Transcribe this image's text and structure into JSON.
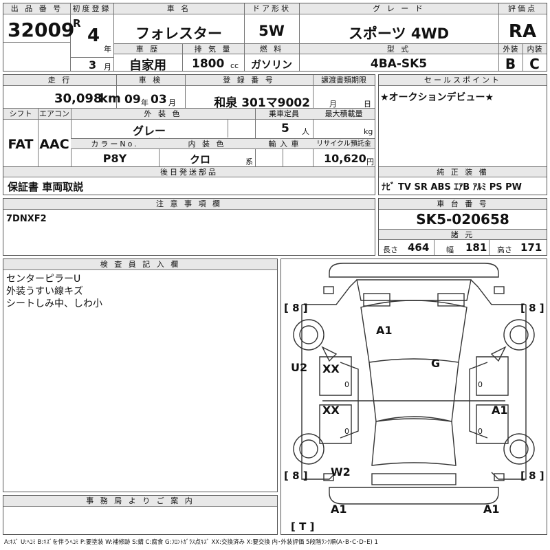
{
  "headers": {
    "lot_no": "出 品 番 号",
    "first_reg": "初度登録",
    "car_name": "車 名",
    "door": "ドア形状",
    "grade": "グ レ ー ド",
    "score": "評価点",
    "history": "車 歴",
    "displacement": "排 気 量",
    "fuel": "燃 料",
    "model": "型 式",
    "exterior": "外装",
    "interior": "内装",
    "mileage": "走 行",
    "inspection": "車 検",
    "reg_no": "登 録 番 号",
    "transfer": "譲渡書類期限",
    "sales_point": "セールスポイント",
    "shift": "シフト",
    "aircon": "エアコン",
    "ext_color": "外 装 色",
    "capacity": "乗車定員",
    "max_load": "最大積載量",
    "color_no": "カラーNo.",
    "int_color": "内 装 色",
    "import": "輸 入 車",
    "recycle": "リサイクル預託金",
    "later_parts": "後日発送部品",
    "genuine": "純 正 装 備",
    "notes": "注 意 事 項 欄",
    "chassis": "車 台 番 号",
    "dims": "諸 元",
    "inspector": "検 査 員 記 入 欄",
    "office": "事 務 局 よ り ご 案 内"
  },
  "vehicle": {
    "lot_no": "32009",
    "era": "R",
    "year": "4",
    "year_unit": "年",
    "month": "3",
    "month_unit": "月",
    "car_name": "フォレスター",
    "door": "5W",
    "grade": "スポーツ 4WD",
    "score": "RA",
    "history": "自家用",
    "displacement": "1800",
    "displacement_unit": "cc",
    "fuel": "ガソリン",
    "model": "4BA-SK5",
    "exterior_score": "B",
    "interior_score": "C",
    "mileage": "30,098",
    "mileage_unit": "km",
    "insp_year": "09",
    "insp_year_unit": "年",
    "insp_month": "03",
    "insp_month_unit": "月",
    "reg_no": "和泉 301マ9002",
    "transfer_month_unit": "月",
    "transfer_day_unit": "日",
    "sales_point": "★オークションデビュー★",
    "shift": "FAT",
    "aircon": "AAC",
    "ext_color": "グレー",
    "capacity": "5",
    "capacity_unit": "人",
    "load_unit": "kg",
    "color_no": "P8Y",
    "int_color": "クロ",
    "int_color_suffix": "系",
    "recycle": "10,620",
    "recycle_unit": "円",
    "later_parts": "保証書 車両取説",
    "genuine": "ﾅﾋﾞ TV SR ABS ｴｱB ｱﾙﾐ PS PW",
    "notes": "7DNXF2",
    "chassis": "SK5-020658",
    "length_label": "長さ",
    "length": "464",
    "width_label": "幅",
    "width": "181",
    "height_label": "高さ",
    "height": "171",
    "inspector_notes": [
      "センターピラーU",
      "外装うすい線キズ",
      "シートしみ中、しわ小"
    ]
  },
  "diagram": {
    "bracket_fl": "[ 8 ]",
    "bracket_fr": "[ 8 ]",
    "bracket_rl": "[ 8 ]",
    "bracket_rr": "[ 8 ]",
    "bracket_spare": "[ T ]",
    "mark_hood": "A1",
    "mark_roof": "G",
    "mark_pillar": "U2",
    "mark_door_fl": "XX",
    "mark_door_rl": "XX",
    "mark_door_rr": "A1",
    "mark_qtr_rl": "W2",
    "mark_bumper_rl": "A1",
    "mark_bumper_rr": "A1",
    "zero": "0"
  },
  "legend": "A:ｷｽﾞ U:ﾍｺﾐ B:ｷｽﾞを伴うﾍｺﾐ P:要塗装 W:補修跡 S:錆 C:腐食 G:ﾌﾛﾝﾄｶﾞﾗｽ点ｷｽﾞ XX:交換済み X:要交換  内･外装評価 5段階ﾗﾝｸ順(A･B･C･D･E) 1"
}
